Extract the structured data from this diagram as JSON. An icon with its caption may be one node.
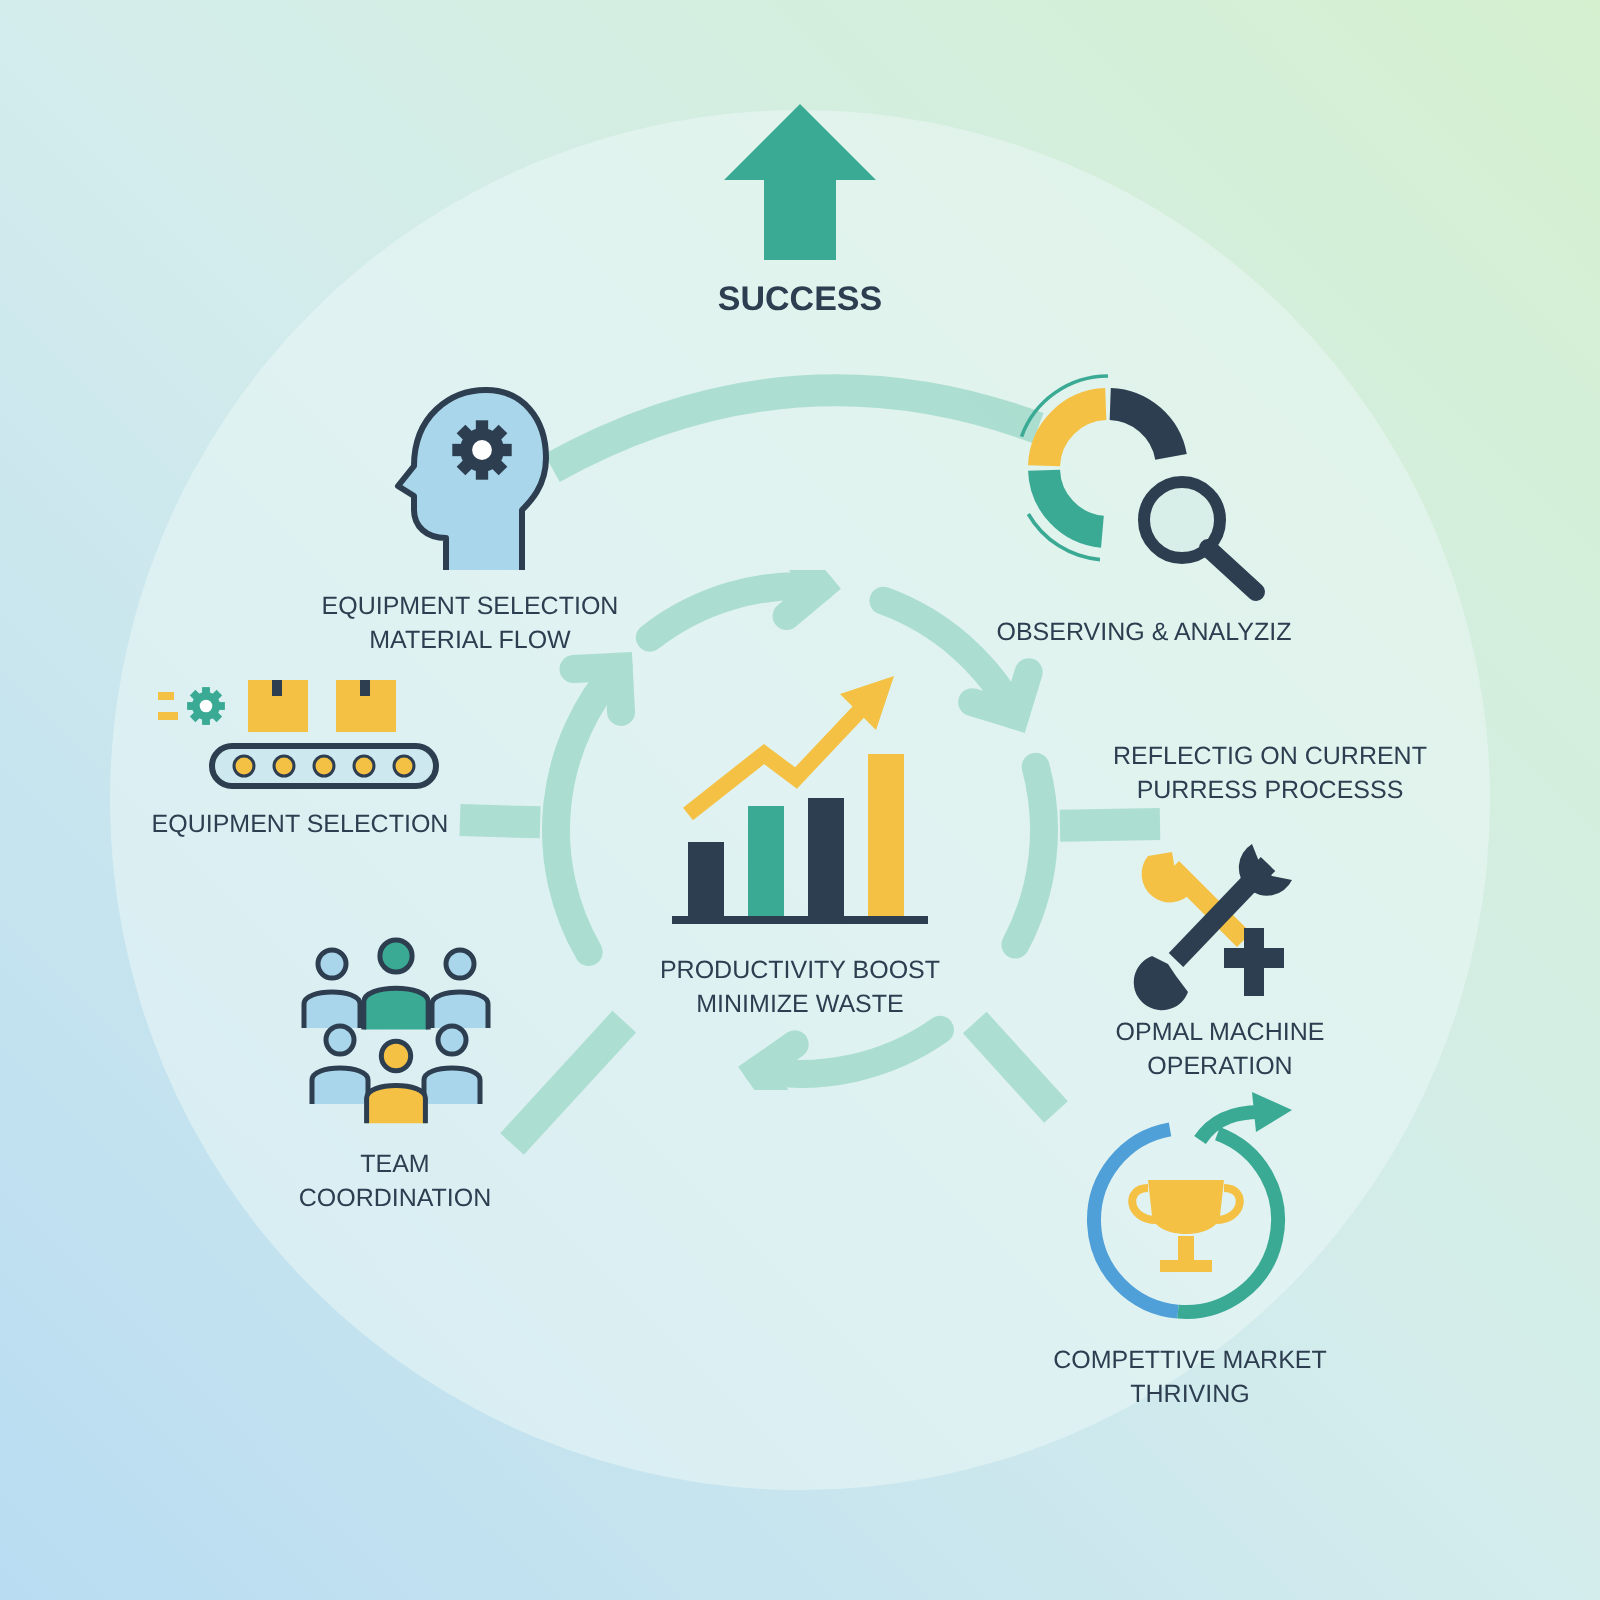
{
  "diagram": {
    "nodes": [
      {
        "text": [
          "SUCCESS"
        ]
      },
      {
        "text": [
          "EQUIPMENT SELECTION MATERIAL FLOW"
        ]
      },
      {
        "text": [
          "OBSERVING & ANALYZIZ"
        ]
      },
      {
        "text": [
          "REFLECTIG ON CURRENT PURRESS PROCESSS"
        ]
      },
      {
        "text": [
          "EQUIPMENT SELECTION"
        ]
      },
      {
        "text": [
          "PRODUCTIVITY BOOST MINIMIZE WASTE"
        ]
      },
      {
        "text": [
          "OPMAL MACHINE OPERATION"
        ]
      },
      {
        "text": [
          "TEAM COORDINATION"
        ]
      },
      {
        "text": [
          "COMPETTIVE MARKET THRIVING"
        ]
      }
    ],
    "edges": [
      {
        "from": 1,
        "to": 2,
        "arrow": "none"
      },
      {
        "from": 3,
        "to": 5,
        "arrow": "none"
      },
      {
        "from": 4,
        "to": 5,
        "arrow": "none"
      },
      {
        "from": 7,
        "to": 5,
        "arrow": "none"
      },
      {
        "from": 5,
        "to": 8,
        "arrow": "none"
      }
    ]
  }
}
